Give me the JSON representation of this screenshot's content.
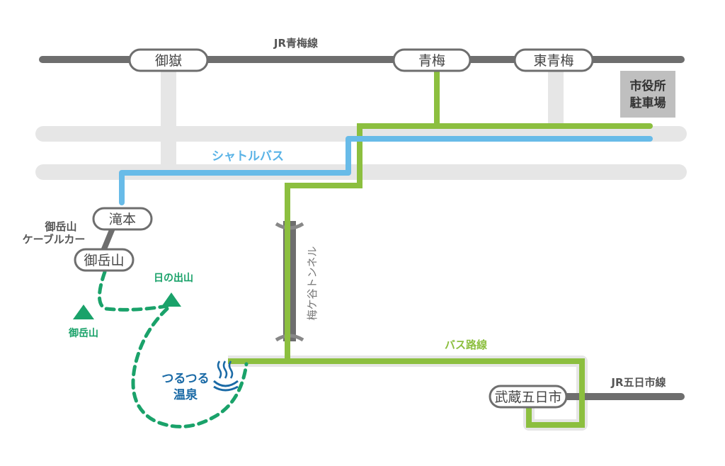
{
  "map": {
    "rail_top_label": "JR青梅線",
    "rail_right_label": "JR五日市線",
    "shuttle_label": "シャトルバス",
    "bus_route_label": "バス路線",
    "tunnel_label": "梅ケ谷トンネル",
    "cable_label_line1": "御岳山",
    "cable_label_line2": "ケーブルカー",
    "parking_line1": "市役所",
    "parking_line2": "駐車場",
    "onsen_line1": "つるつる",
    "onsen_line2": "温泉",
    "stations": {
      "mitake": "御嶽",
      "ome": "青梅",
      "higashi_ome": "東青梅",
      "takimoto": "滝本",
      "mitakesan_station": "御岳山",
      "musashi_itsukaichi": "武蔵五日市"
    },
    "mountains": {
      "hinode": "日の出山",
      "mitakesan": "御岳山"
    },
    "colors": {
      "rail": "#6e6e6e",
      "road": "#e6e6e6",
      "bus": "#8cbf3f",
      "shuttle": "#68bbe8",
      "hiking": "#1aa26a",
      "onsen": "#1a6aa6"
    }
  }
}
